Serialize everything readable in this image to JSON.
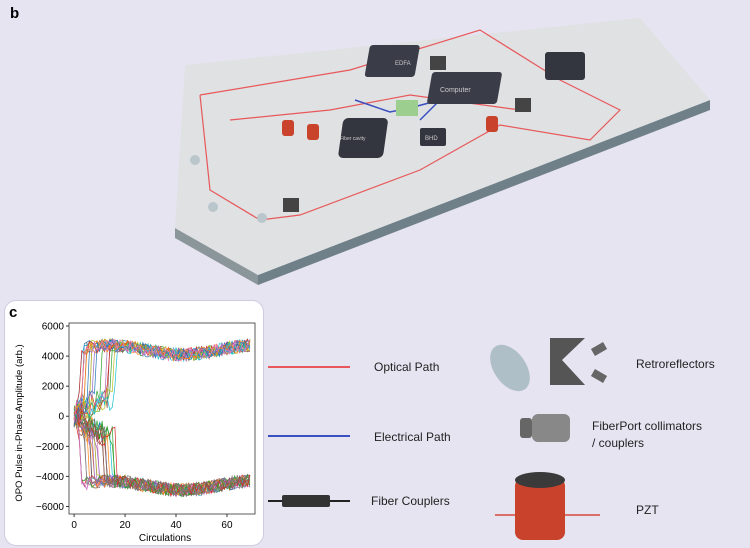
{
  "panel_b": {
    "label": "b",
    "components": [
      "EDFA",
      "Computer",
      "Fiber cavity",
      "BHD"
    ]
  },
  "panel_c": {
    "label": "c"
  },
  "legend": {
    "optical_path": "Optical Path",
    "electrical_path": "Electrical Path",
    "fiber_couplers": "Fiber Couplers",
    "retroreflectors": "Retroreflectors",
    "fiberport_line1": "FiberPort collimators",
    "fiberport_line2": "/ couplers",
    "pzt": "PZT"
  },
  "colors": {
    "optical": "#e8585a",
    "electrical": "#3a4fc0",
    "board": "#dfe1e3",
    "pzt": "#c9432c"
  },
  "chart_data": {
    "type": "line",
    "xlabel": "Circulations",
    "ylabel": "OPO Pulse in-Phase Amplitude (arb.)",
    "xlim": [
      -2,
      71
    ],
    "ylim": [
      -6500,
      6200
    ],
    "xticks": [
      0,
      20,
      40,
      60
    ],
    "yticks": [
      6000,
      4000,
      2000,
      0,
      -2000,
      -4000,
      -6000
    ],
    "n_series": 48,
    "n_points": 70,
    "upper_level": 4400,
    "lower_level": -4600,
    "switch_range": [
      2,
      18
    ],
    "grid": false
  }
}
